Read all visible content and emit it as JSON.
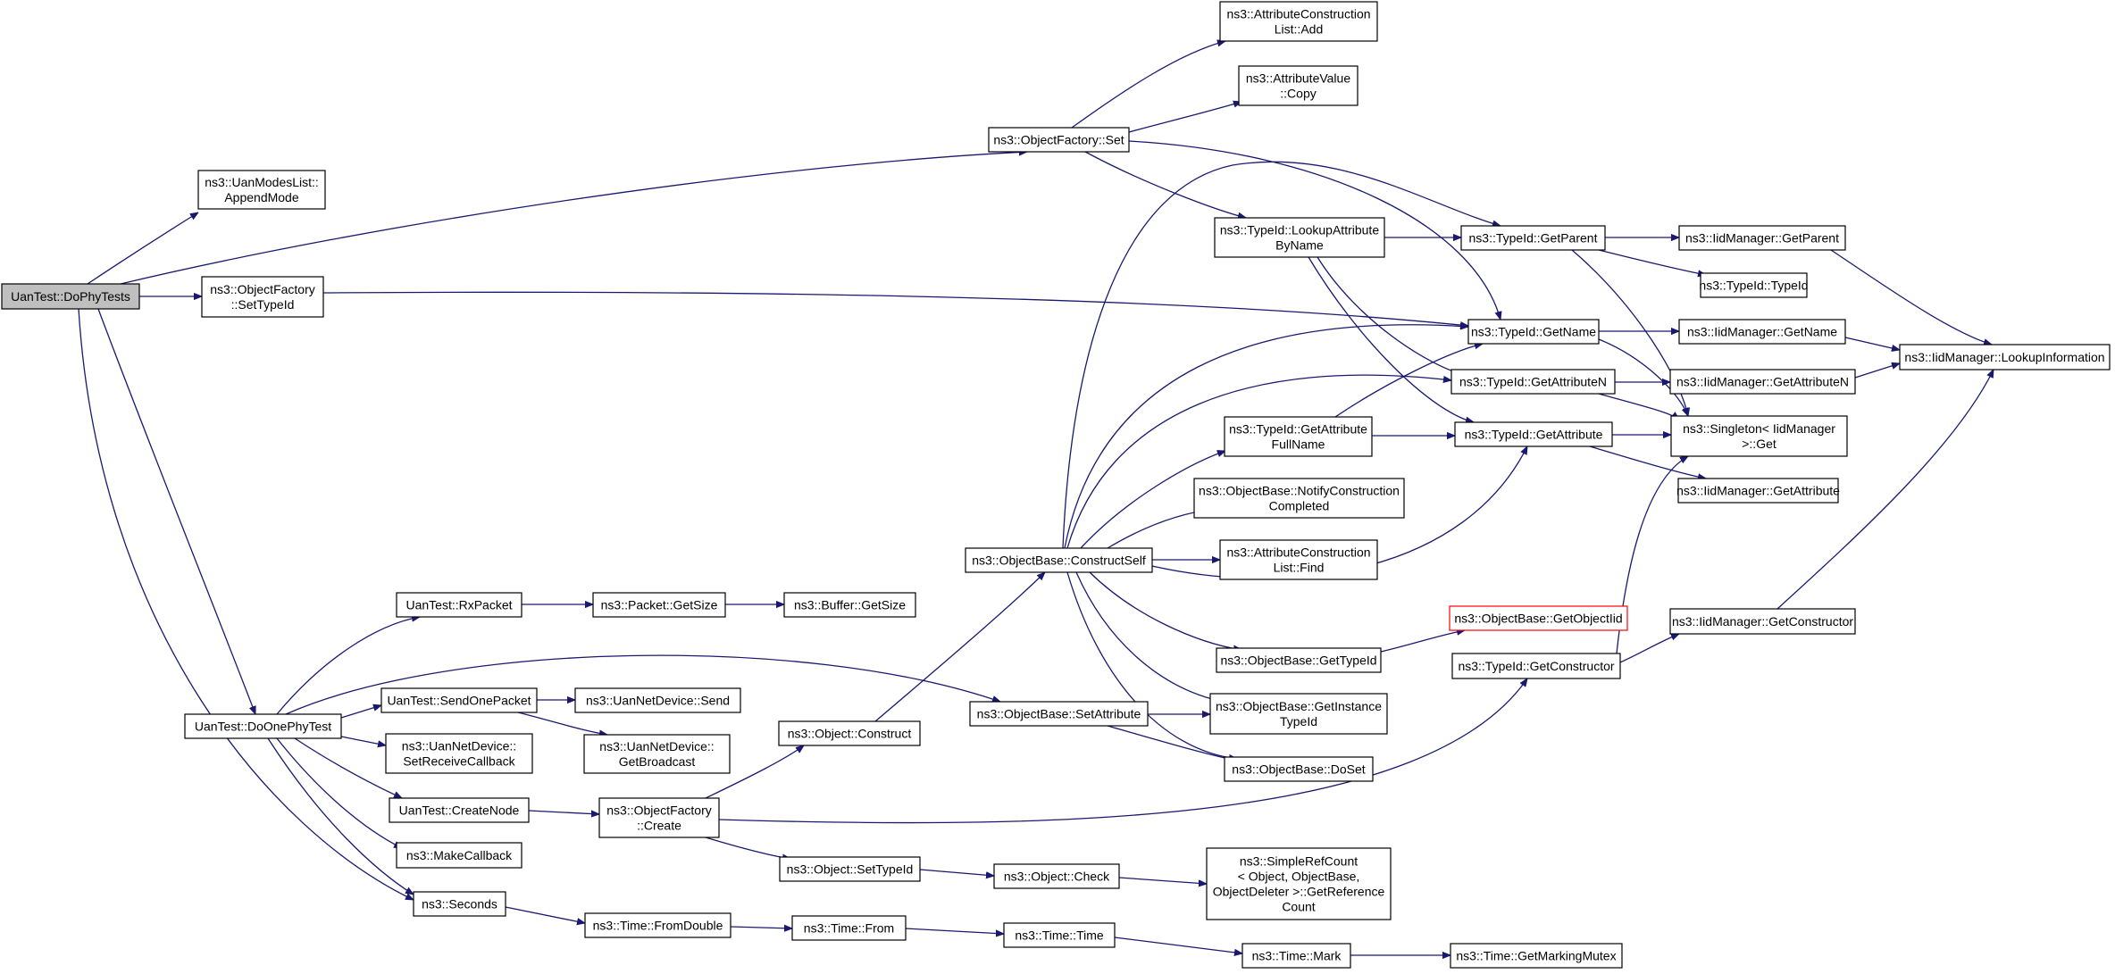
{
  "graph": {
    "edge_color": "#191970",
    "root_fill": "#bfbfbf",
    "highlight_border": "#ff0000",
    "nodes": {
      "dophytests": {
        "lines": [
          "UanTest::DoPhyTests"
        ],
        "style": "root"
      },
      "appendmode": {
        "lines": [
          "ns3::UanModesList::",
          "AppendMode"
        ]
      },
      "ofset": {
        "lines": [
          "ns3::ObjectFactory::Set"
        ]
      },
      "ofsettypeid": {
        "lines": [
          "ns3::ObjectFactory",
          "::SetTypeId"
        ]
      },
      "doonephytest": {
        "lines": [
          "UanTest::DoOnePhyTest"
        ]
      },
      "seconds": {
        "lines": [
          "ns3::Seconds"
        ]
      },
      "aclistadd": {
        "lines": [
          "ns3::AttributeConstruction",
          "List::Add"
        ]
      },
      "attrvalcopy": {
        "lines": [
          "ns3::AttributeValue",
          "::Copy"
        ]
      },
      "lookupattr": {
        "lines": [
          "ns3::TypeId::LookupAttribute",
          "ByName"
        ]
      },
      "tid_getparent": {
        "lines": [
          "ns3::TypeId::GetParent"
        ]
      },
      "tid_getname": {
        "lines": [
          "ns3::TypeId::GetName"
        ]
      },
      "tid_getattrn": {
        "lines": [
          "ns3::TypeId::GetAttributeN"
        ]
      },
      "tid_getattr": {
        "lines": [
          "ns3::TypeId::GetAttribute"
        ]
      },
      "tid_typeid": {
        "lines": [
          "ns3::TypeId::TypeId"
        ]
      },
      "iid_getparent": {
        "lines": [
          "ns3::IidManager::GetParent"
        ]
      },
      "iid_getname": {
        "lines": [
          "ns3::IidManager::GetName"
        ]
      },
      "iid_getattrn": {
        "lines": [
          "ns3::IidManager::GetAttributeN"
        ]
      },
      "iid_lookup": {
        "lines": [
          "ns3::IidManager::LookupInformation"
        ]
      },
      "singleton_get": {
        "lines": [
          "ns3::Singleton< IidManager",
          ">::Get"
        ]
      },
      "iid_getattr": {
        "lines": [
          "ns3::IidManager::GetAttribute"
        ]
      },
      "tid_getattrfull": {
        "lines": [
          "ns3::TypeId::GetAttribute",
          "FullName"
        ]
      },
      "ob_notify": {
        "lines": [
          "ns3::ObjectBase::NotifyConstruction",
          "Completed"
        ]
      },
      "aclistfind": {
        "lines": [
          "ns3::AttributeConstruction",
          "List::Find"
        ]
      },
      "ob_constructself": {
        "lines": [
          "ns3::ObjectBase::ConstructSelf"
        ]
      },
      "ob_gettypeid": {
        "lines": [
          "ns3::ObjectBase::GetTypeId"
        ]
      },
      "ob_getobjectiid": {
        "lines": [
          "ns3::ObjectBase::GetObjectIid"
        ],
        "style": "red"
      },
      "ob_getinstancetypeid": {
        "lines": [
          "ns3::ObjectBase::GetInstance",
          "TypeId"
        ]
      },
      "ob_doset": {
        "lines": [
          "ns3::ObjectBase::DoSet"
        ]
      },
      "ob_setattribute": {
        "lines": [
          "ns3::ObjectBase::SetAttribute"
        ]
      },
      "tid_getconstructor": {
        "lines": [
          "ns3::TypeId::GetConstructor"
        ]
      },
      "iid_getconstructor": {
        "lines": [
          "ns3::IidManager::GetConstructor"
        ]
      },
      "rxpacket": {
        "lines": [
          "UanTest::RxPacket"
        ]
      },
      "packet_getsize": {
        "lines": [
          "ns3::Packet::GetSize"
        ]
      },
      "buffer_getsize": {
        "lines": [
          "ns3::Buffer::GetSize"
        ]
      },
      "sendonepacket": {
        "lines": [
          "UanTest::SendOnePacket"
        ]
      },
      "netdev_send": {
        "lines": [
          "ns3::UanNetDevice::Send"
        ]
      },
      "netdev_setrecv": {
        "lines": [
          "ns3::UanNetDevice::",
          "SetReceiveCallback"
        ]
      },
      "netdev_getbroadcast": {
        "lines": [
          "ns3::UanNetDevice::",
          "GetBroadcast"
        ]
      },
      "createnode": {
        "lines": [
          "UanTest::CreateNode"
        ]
      },
      "makecallback": {
        "lines": [
          "ns3::MakeCallback"
        ]
      },
      "of_create": {
        "lines": [
          "ns3::ObjectFactory",
          "::Create"
        ]
      },
      "obj_construct": {
        "lines": [
          "ns3::Object::Construct"
        ]
      },
      "obj_settypeid": {
        "lines": [
          "ns3::Object::SetTypeId"
        ]
      },
      "obj_check": {
        "lines": [
          "ns3::Object::Check"
        ]
      },
      "simplerefcount": {
        "lines": [
          "ns3::SimpleRefCount",
          "< Object, ObjectBase,",
          "ObjectDeleter >::GetReference",
          "Count"
        ]
      },
      "time_fromdouble": {
        "lines": [
          "ns3::Time::FromDouble"
        ]
      },
      "time_from": {
        "lines": [
          "ns3::Time::From"
        ]
      },
      "time_time": {
        "lines": [
          "ns3::Time::Time"
        ]
      },
      "time_mark": {
        "lines": [
          "ns3::Time::Mark"
        ]
      },
      "time_getmarkingmutex": {
        "lines": [
          "ns3::Time::GetMarkingMutex"
        ]
      }
    },
    "edges": [
      [
        "dophytests",
        "appendmode"
      ],
      [
        "dophytests",
        "ofset"
      ],
      [
        "dophytests",
        "ofsettypeid"
      ],
      [
        "dophytests",
        "doonephytest"
      ],
      [
        "dophytests",
        "seconds"
      ],
      [
        "ofset",
        "aclistadd"
      ],
      [
        "ofset",
        "attrvalcopy"
      ],
      [
        "ofset",
        "lookupattr"
      ],
      [
        "ofset",
        "tid_getname"
      ],
      [
        "ofsettypeid",
        "tid_getname"
      ],
      [
        "lookupattr",
        "tid_getparent"
      ],
      [
        "lookupattr",
        "tid_getattrn"
      ],
      [
        "lookupattr",
        "tid_getattr"
      ],
      [
        "tid_getparent",
        "iid_getparent"
      ],
      [
        "tid_getparent",
        "tid_typeid"
      ],
      [
        "tid_getparent",
        "singleton_get"
      ],
      [
        "tid_getname",
        "iid_getname"
      ],
      [
        "tid_getname",
        "singleton_get"
      ],
      [
        "tid_getattrn",
        "iid_getattrn"
      ],
      [
        "tid_getattrn",
        "singleton_get"
      ],
      [
        "tid_getattr",
        "singleton_get"
      ],
      [
        "tid_getattr",
        "iid_getattr"
      ],
      [
        "iid_getparent",
        "iid_lookup"
      ],
      [
        "iid_getname",
        "iid_lookup"
      ],
      [
        "iid_getattrn",
        "iid_lookup"
      ],
      [
        "iid_getconstructor",
        "iid_lookup"
      ],
      [
        "tid_getattrfull",
        "tid_getname"
      ],
      [
        "tid_getattrfull",
        "tid_getattr"
      ],
      [
        "ob_constructself",
        "tid_getparent"
      ],
      [
        "ob_constructself",
        "tid_getname"
      ],
      [
        "ob_constructself",
        "tid_getattrn"
      ],
      [
        "ob_constructself",
        "tid_getattr"
      ],
      [
        "ob_constructself",
        "tid_getattrfull"
      ],
      [
        "ob_constructself",
        "ob_notify"
      ],
      [
        "ob_constructself",
        "aclistfind"
      ],
      [
        "ob_constructself",
        "ob_gettypeid"
      ],
      [
        "ob_constructself",
        "ob_getinstancetypeid"
      ],
      [
        "ob_constructself",
        "ob_doset"
      ],
      [
        "ob_gettypeid",
        "ob_getobjectiid"
      ],
      [
        "ob_setattribute",
        "ob_getinstancetypeid"
      ],
      [
        "ob_setattribute",
        "ob_doset"
      ],
      [
        "tid_getconstructor",
        "iid_getconstructor"
      ],
      [
        "tid_getconstructor",
        "singleton_get"
      ],
      [
        "doonephytest",
        "rxpacket"
      ],
      [
        "doonephytest",
        "ob_setattribute"
      ],
      [
        "doonephytest",
        "sendonepacket"
      ],
      [
        "doonephytest",
        "netdev_setrecv"
      ],
      [
        "doonephytest",
        "createnode"
      ],
      [
        "doonephytest",
        "makecallback"
      ],
      [
        "doonephytest",
        "seconds"
      ],
      [
        "rxpacket",
        "packet_getsize"
      ],
      [
        "packet_getsize",
        "buffer_getsize"
      ],
      [
        "sendonepacket",
        "netdev_send"
      ],
      [
        "sendonepacket",
        "netdev_getbroadcast"
      ],
      [
        "createnode",
        "of_create"
      ],
      [
        "of_create",
        "obj_construct"
      ],
      [
        "of_create",
        "obj_settypeid"
      ],
      [
        "of_create",
        "tid_getconstructor"
      ],
      [
        "obj_construct",
        "ob_constructself"
      ],
      [
        "obj_settypeid",
        "obj_check"
      ],
      [
        "obj_check",
        "simplerefcount"
      ],
      [
        "seconds",
        "time_fromdouble"
      ],
      [
        "time_fromdouble",
        "time_from"
      ],
      [
        "time_from",
        "time_time"
      ],
      [
        "time_time",
        "time_mark"
      ],
      [
        "time_mark",
        "time_getmarkingmutex"
      ]
    ]
  }
}
